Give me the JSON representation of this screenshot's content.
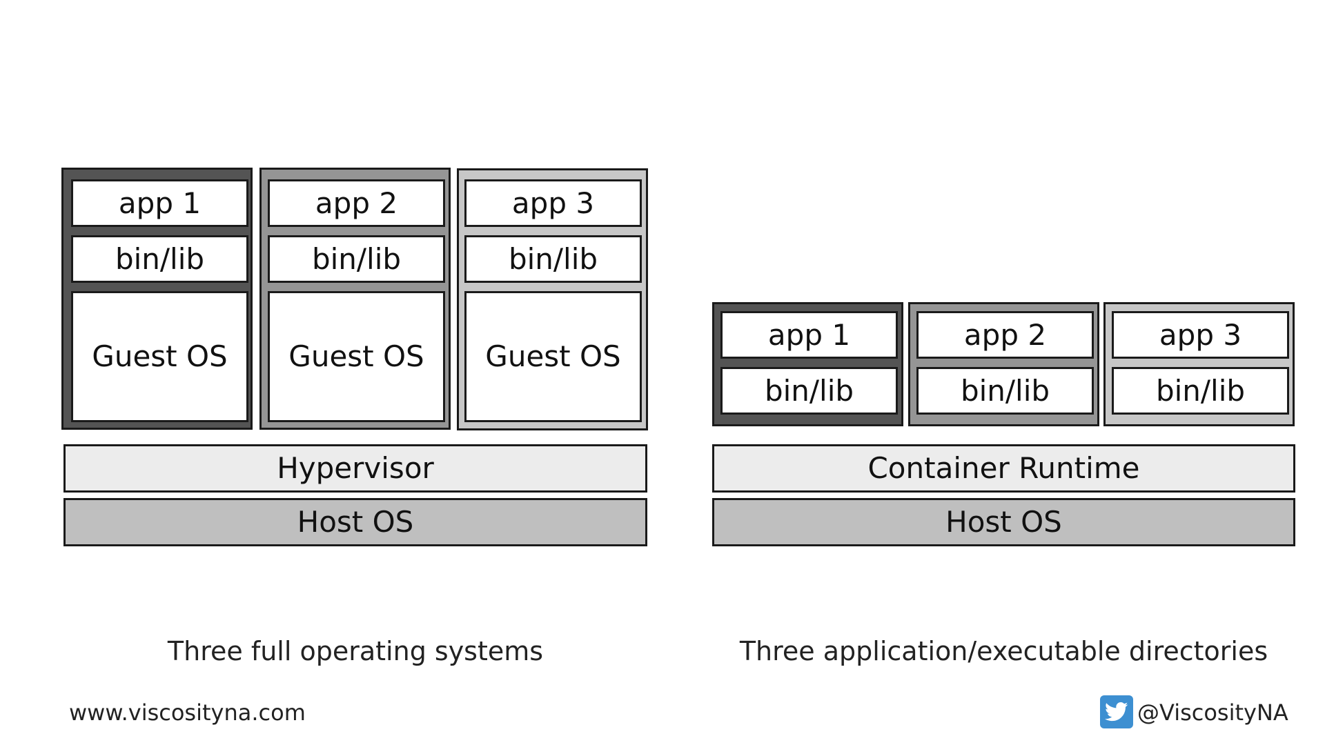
{
  "colors": {
    "dark": "#545454",
    "medium": "#959595",
    "light": "#c7c7c7",
    "hypervisor_fill": "#ececec",
    "hostos_fill": "#bfbfbf",
    "twitter_blue": "#3d8fd1"
  },
  "vm_side": {
    "stacks": [
      {
        "app": "app 1",
        "bin": "bin/lib",
        "os": "Guest OS"
      },
      {
        "app": "app 2",
        "bin": "bin/lib",
        "os": "Guest OS"
      },
      {
        "app": "app 3",
        "bin": "bin/lib",
        "os": "Guest OS"
      }
    ],
    "middle_layer": "Hypervisor",
    "base_layer": "Host OS",
    "caption": "Three full operating systems"
  },
  "container_side": {
    "stacks": [
      {
        "app": "app 1",
        "bin": "bin/lib"
      },
      {
        "app": "app 2",
        "bin": "bin/lib"
      },
      {
        "app": "app 3",
        "bin": "bin/lib"
      }
    ],
    "middle_layer": "Container Runtime",
    "base_layer": "Host OS",
    "caption": "Three application/executable directories"
  },
  "footer": {
    "website": "www.viscosityna.com",
    "twitter_handle": "@ViscosityNA",
    "twitter_icon": "twitter-bird-icon"
  }
}
